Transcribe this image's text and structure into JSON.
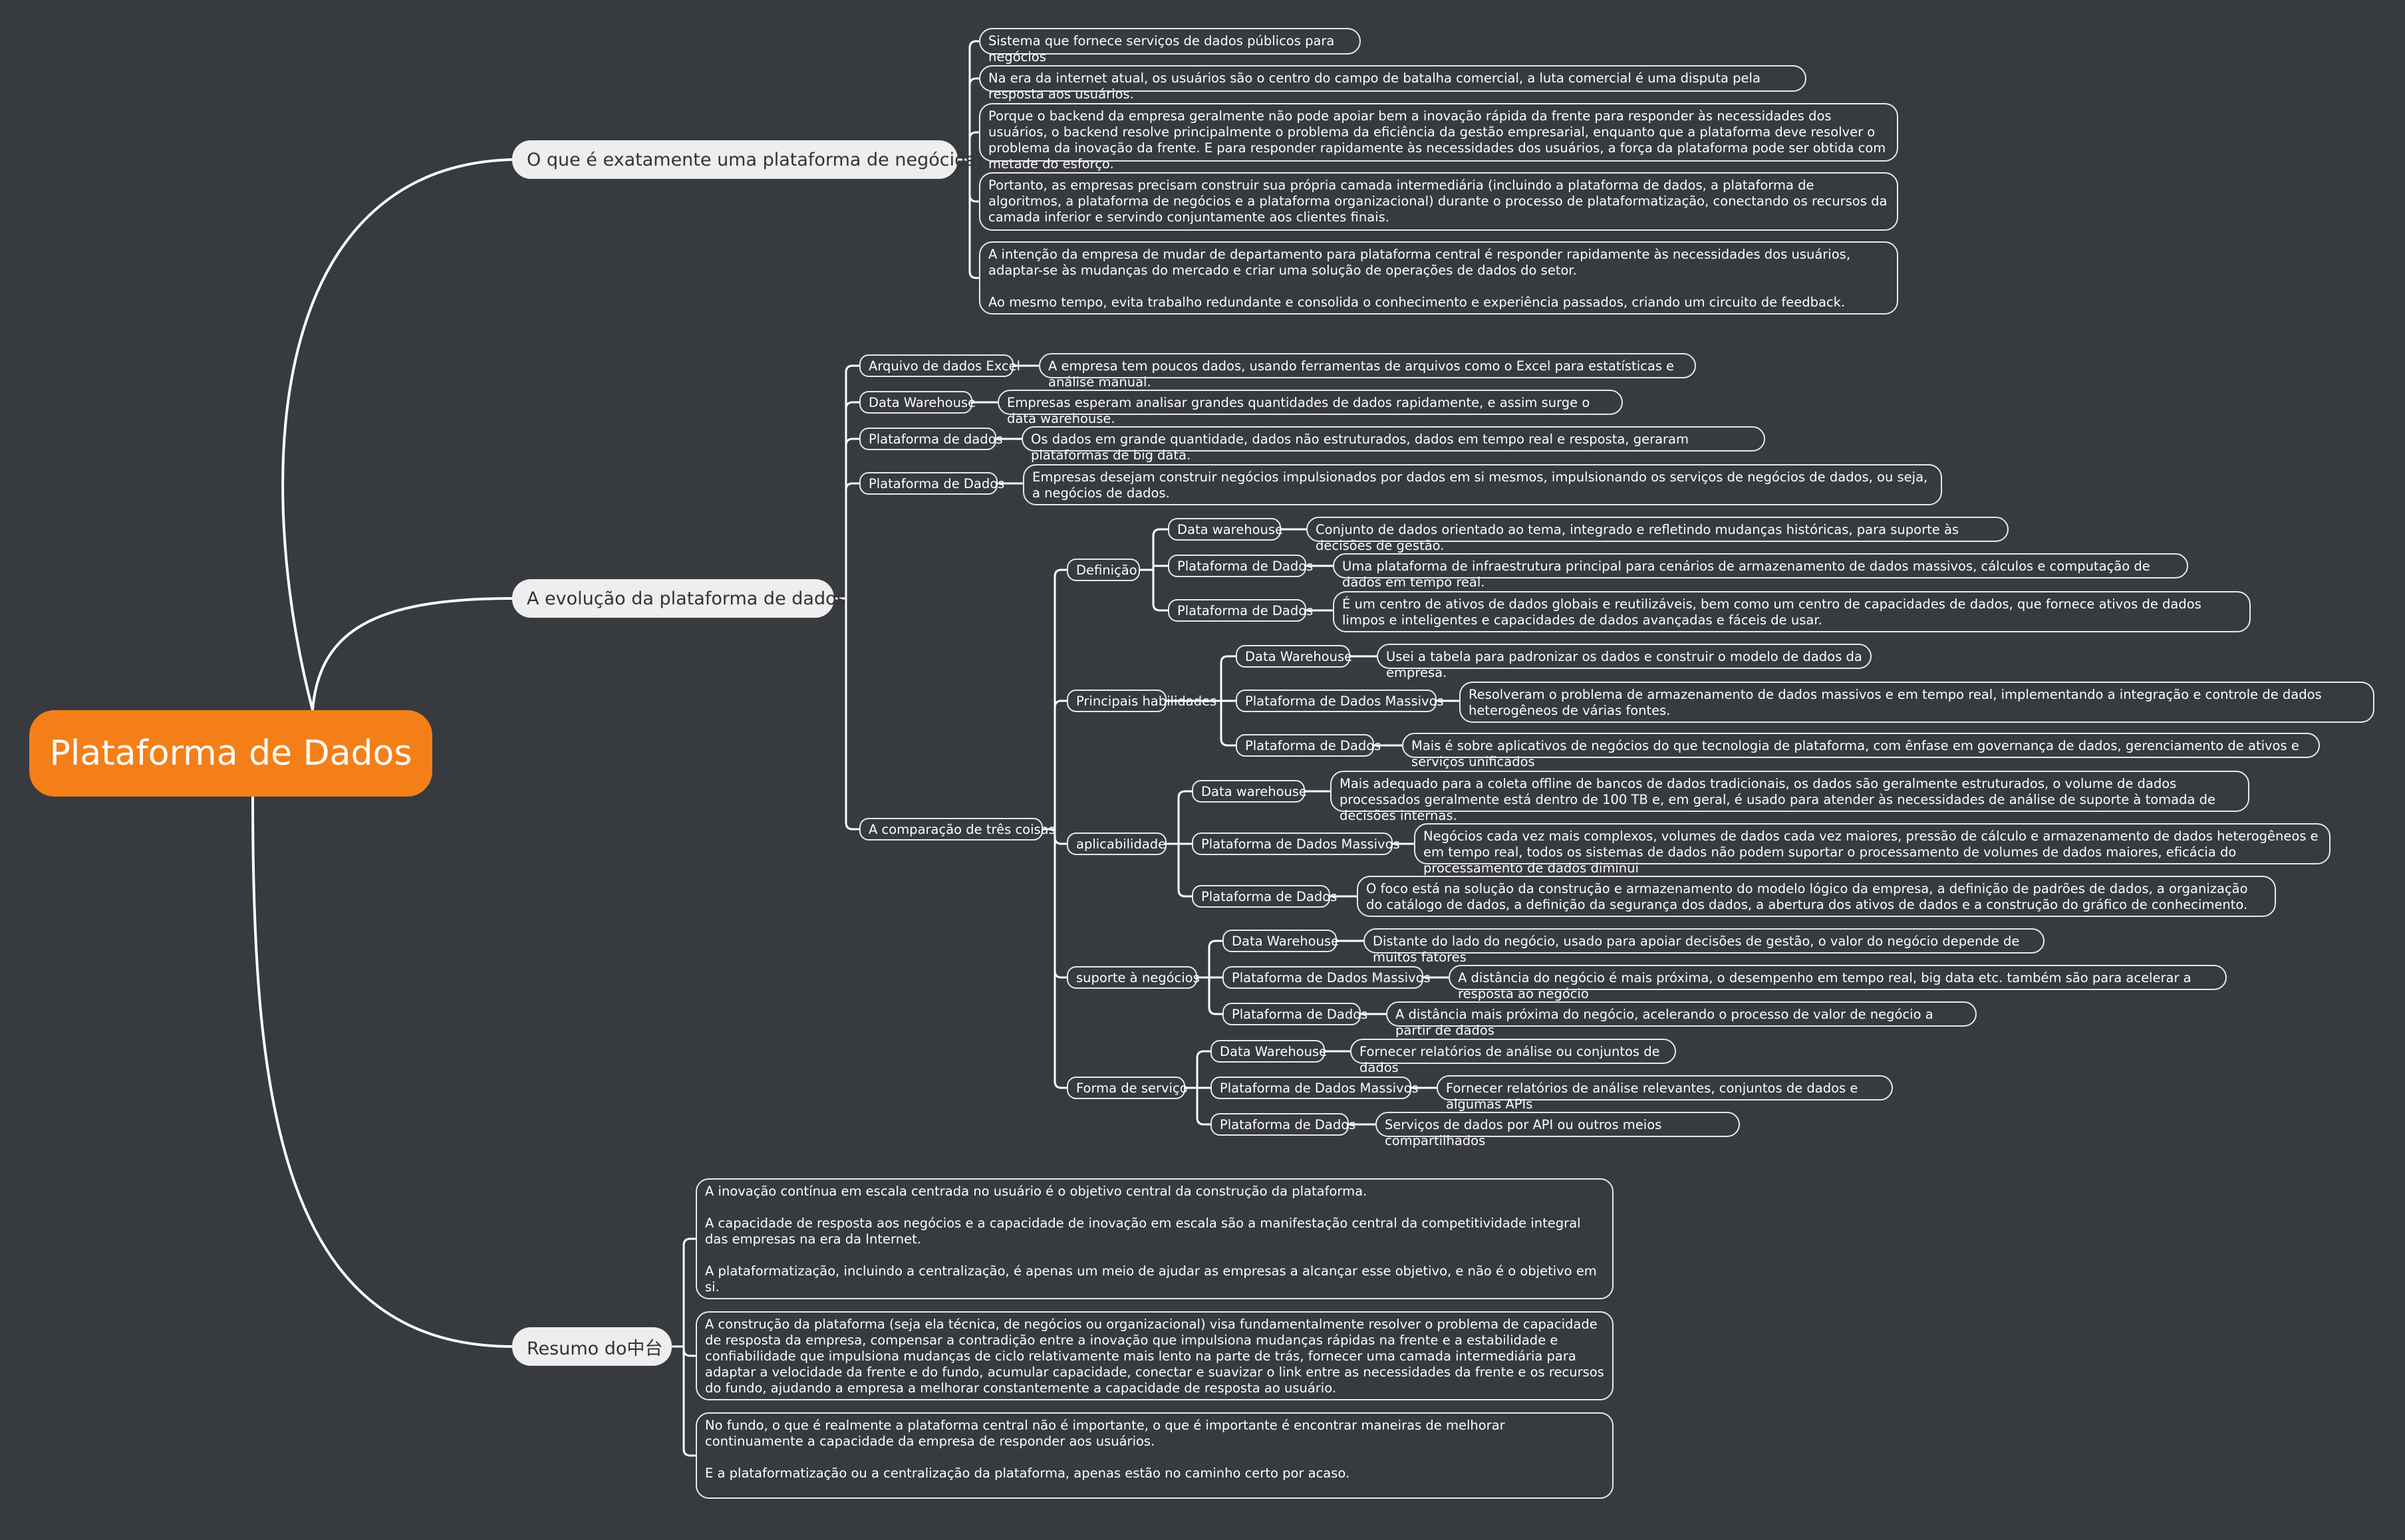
{
  "root": {
    "label": "Plataforma de Dados"
  },
  "topics": [
    {
      "label": "O que é exatamente uma plataforma de negócios?",
      "notes": [
        [
          "Sistema que fornece serviços de dados públicos para negócios"
        ],
        [
          "Na era da internet atual, os usuários são o centro do campo de batalha comercial, a luta comercial é uma disputa pela resposta aos usuários."
        ],
        [
          "Porque o backend da empresa geralmente não pode apoiar bem a inovação rápida da frente para responder às necessidades dos usuários, o backend resolve principalmente o problema da eficiência da gestão empresarial, enquanto que a plataforma deve resolver o problema da inovação da frente. E para responder rapidamente às necessidades dos usuários, a força da plataforma pode ser obtida com metade do esforço."
        ],
        [
          "Portanto, as empresas precisam construir sua própria camada intermediária (incluindo a plataforma de dados, a plataforma de algoritmos, a plataforma de negócios e a plataforma organizacional) durante o processo de plataformatização, conectando os recursos da camada inferior e servindo conjuntamente aos clientes finais."
        ],
        [
          "A intenção da empresa de mudar de departamento para plataforma central é responder rapidamente às necessidades dos usuários, adaptar-se às mudanças do mercado e criar uma solução de operações de dados do setor.",
          "",
          "Ao mesmo tempo, evita trabalho redundante e consolida o conhecimento e experiência passados, criando um circuito de feedback."
        ]
      ]
    },
    {
      "label": "A evolução da plataforma de dados",
      "stages": [
        {
          "label": "Arquivo de dados Excel",
          "desc": [
            "A empresa tem poucos dados, usando ferramentas de arquivos como o Excel para estatísticas e análise manual."
          ]
        },
        {
          "label": "Data Warehouse",
          "desc": [
            "Empresas esperam analisar grandes quantidades de dados rapidamente, e assim surge o data warehouse."
          ]
        },
        {
          "label": "Plataforma de dados",
          "desc": [
            "Os dados em grande quantidade, dados não estruturados, dados em tempo real e resposta, geraram plataformas de big data."
          ]
        },
        {
          "label": "Plataforma de Dados",
          "desc": [
            "Empresas desejam construir negócios impulsionados por dados em si mesmos, impulsionando os serviços de negócios de dados, ou seja, a negócios de dados."
          ]
        }
      ],
      "comparison": {
        "label": "A comparação de três coisas",
        "groups": [
          {
            "label": "Definição",
            "items": [
              {
                "label": "Data warehouse",
                "desc": [
                  "Conjunto de dados orientado ao tema, integrado e refletindo mudanças históricas, para suporte às decisões de gestão."
                ]
              },
              {
                "label": "Plataforma de Dados",
                "desc": [
                  "Uma plataforma de infraestrutura principal para cenários de armazenamento de dados massivos, cálculos e computação de dados em tempo real."
                ]
              },
              {
                "label": "Plataforma de Dados",
                "desc": [
                  "É um centro de ativos de dados globais e reutilizáveis, bem como um centro de capacidades de dados, que fornece ativos de dados limpos e inteligentes e capacidades de dados avançadas e fáceis de usar."
                ]
              }
            ]
          },
          {
            "label": "Principais habilidades",
            "items": [
              {
                "label": "Data Warehouse",
                "desc": [
                  "Usei a tabela para padronizar os dados e construir o modelo de dados da empresa."
                ]
              },
              {
                "label": "Plataforma de Dados Massivos",
                "desc": [
                  "Resolveram o problema de armazenamento de dados massivos e em tempo real, implementando a integração e controle de dados heterogêneos de várias fontes."
                ]
              },
              {
                "label": "Plataforma de Dados",
                "desc": [
                  "Mais é sobre aplicativos de negócios do que tecnologia de plataforma, com ênfase em governança de dados, gerenciamento de ativos e serviços unificados"
                ]
              }
            ]
          },
          {
            "label": "aplicabilidade",
            "items": [
              {
                "label": "Data warehouse",
                "desc": [
                  "Mais adequado para a coleta offline de bancos de dados tradicionais, os dados são geralmente estruturados, o volume de dados processados geralmente está dentro de 100 TB e, em geral, é usado para atender às necessidades de análise de suporte à tomada de decisões internas."
                ]
              },
              {
                "label": "Plataforma de Dados Massivos",
                "desc": [
                  "Negócios cada vez mais complexos, volumes de dados cada vez maiores, pressão de cálculo e armazenamento de dados heterogêneos e em tempo real, todos os sistemas de dados não podem suportar o processamento de volumes de dados maiores, eficácia do processamento de dados diminui"
                ]
              },
              {
                "label": "Plataforma de Dados",
                "desc": [
                  "O foco está na solução da construção e armazenamento do modelo lógico da empresa, a definição de padrões de dados, a organização do catálogo de dados, a definição da segurança dos dados, a abertura dos ativos de dados e a construção do gráfico de conhecimento."
                ]
              }
            ]
          },
          {
            "label": "suporte à negócios",
            "items": [
              {
                "label": "Data Warehouse",
                "desc": [
                  "Distante do lado do negócio, usado para apoiar decisões de gestão, o valor do negócio depende de muitos fatores"
                ]
              },
              {
                "label": "Plataforma de Dados Massivos",
                "desc": [
                  "A distância do negócio é mais próxima, o desempenho em tempo real, big data etc. também são para acelerar a resposta ao negócio"
                ]
              },
              {
                "label": "Plataforma de Dados",
                "desc": [
                  "A distância mais próxima do negócio, acelerando o processo de valor de negócio a partir de dados"
                ]
              }
            ]
          },
          {
            "label": "Forma de serviço",
            "items": [
              {
                "label": "Data Warehouse",
                "desc": [
                  "Fornecer relatórios de análise ou conjuntos de dados"
                ]
              },
              {
                "label": "Plataforma de Dados Massivos",
                "desc": [
                  "Fornecer relatórios de análise relevantes, conjuntos de dados e algumas APIs"
                ]
              },
              {
                "label": "Plataforma de Dados",
                "desc": [
                  "Serviços de dados por API ou outros meios compartilhados"
                ]
              }
            ]
          }
        ]
      }
    },
    {
      "label": "Resumo do中台",
      "notes": [
        [
          "A inovação contínua em escala centrada no usuário é o objetivo central da construção da plataforma.",
          "",
          "A capacidade de resposta aos negócios e a capacidade de inovação em escala são a manifestação central da competitividade integral das empresas na era da Internet.",
          "",
          "A plataformatização, incluindo a centralização, é apenas um meio de ajudar as empresas a alcançar esse objetivo, e não é o objetivo em si."
        ],
        [
          "A construção da plataforma (seja ela técnica, de negócios ou organizacional) visa fundamentalmente resolver o problema de capacidade de resposta da empresa, compensar a contradição entre a inovação que impulsiona mudanças rápidas na frente e a estabilidade e confiabilidade que impulsiona mudanças de ciclo relativamente mais lento na parte de trás, fornecer uma camada intermediária para adaptar a velocidade da frente e do fundo, acumular capacidade, conectar e suavizar o link entre as necessidades da frente e os recursos do fundo, ajudando a empresa a melhorar constantemente a capacidade de resposta ao usuário."
        ],
        [
          "No fundo, o que é realmente a plataforma central não é importante, o que é importante é encontrar maneiras de melhorar continuamente a capacidade da empresa de responder aos usuários.",
          "",
          "E a plataformatização ou a centralização da plataforma, apenas estão no caminho certo por acaso."
        ]
      ]
    }
  ],
  "colors": {
    "background": "#373a3f",
    "root": "#f47f18",
    "line": "#ffffff",
    "topic": "#eeeeee"
  }
}
